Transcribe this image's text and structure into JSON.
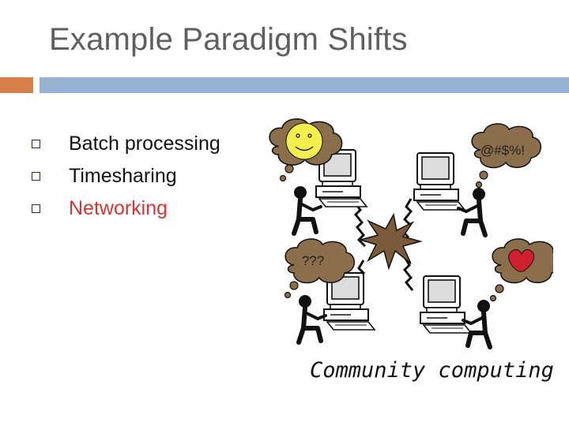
{
  "slide": {
    "title": "Example Paradigm Shifts"
  },
  "bullets": [
    {
      "label": "Batch processing",
      "color": "#111111"
    },
    {
      "label": "Timesharing",
      "color": "#111111"
    },
    {
      "label": "Networking",
      "color": "#e03131"
    }
  ],
  "illustration": {
    "thought_bubbles": [
      {
        "content": "smiley-face-icon"
      },
      {
        "text": "@#$%!"
      },
      {
        "text": "???"
      },
      {
        "content": "heart-icon"
      }
    ],
    "caption": "Community computing"
  },
  "colors": {
    "title": "#5f5f5f",
    "accent_orange": "#d87f4b",
    "accent_blue": "#97b2d2",
    "cloud": "#8b6e4b",
    "heart": "#d32030",
    "smiley": "#f4ef4c"
  }
}
